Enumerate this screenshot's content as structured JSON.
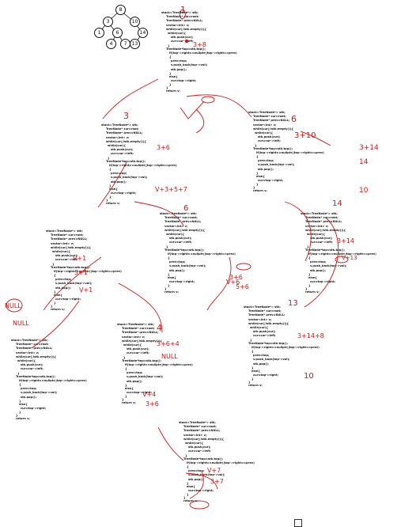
{
  "tree": {
    "nodes": [
      "8",
      "3",
      "10",
      "1",
      "6",
      "14",
      "4",
      "7",
      "13"
    ]
  },
  "code_lines": [
    "stack<TreeNode*> stk;",
    "TreeNode* cur=root;",
    "TreeNode* prev=NULL;",
    "vector<int> v;",
    "while(cur||!stk.empty()){",
    "while(cur){",
    "stk.push(cur);",
    "cur=cur->left;",
    "}",
    "TreeNode*top=stk.top();",
    "if(top->right==nullptr||top->right==prev)",
    "{",
    "prev=top;",
    "v.push_back(top->val);",
    "stk.pop();",
    "}",
    "else{",
    "cur=top->right;",
    "}",
    "}",
    "return v;"
  ],
  "annotations": {
    "a1": "1",
    "a2": "3",
    "a3": "3+8",
    "a4": "3+10",
    "a5": "3+6",
    "a6": "6",
    "a7": "V+3+5+7",
    "a8": "6",
    "a9": "3+6",
    "a10": "V+1",
    "a11": "V+1",
    "a12": "NULL",
    "a13": "NULL",
    "a14": "3+1",
    "a15": "14",
    "a16": "3+14",
    "a17": "13",
    "a18": "3+14+8",
    "a19": "NULL",
    "a20": "3+6+4",
    "a21": "V+4",
    "a22": "4",
    "a23": "10",
    "a24": "3+6",
    "a25": "V+7",
    "a26": "3+7",
    "a27": "V+6",
    "a28": "5+6",
    "a29": "14",
    "a30": "3+14",
    "a31": "V+13",
    "a32": "10"
  }
}
